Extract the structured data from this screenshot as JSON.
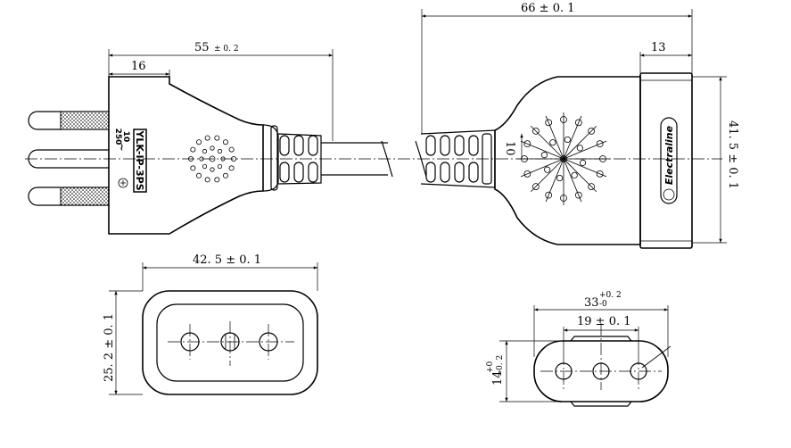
{
  "dimensions": {
    "plug_length": "55",
    "plug_length_tol": "± 0. 2",
    "pin_offset": "16",
    "cord_to_socket": "66 ± 0. 1",
    "socket_head_width": "13",
    "socket_height": "41. 5 ± 0. 1",
    "centre_offset": "10",
    "plug_face_width": "42. 5 ± 0. 1",
    "plug_face_height": "25. 2 ± 0. 1",
    "socket_face_width": "33",
    "socket_face_width_tol_upper": "+0. 2",
    "socket_face_width_tol_lower": "-0",
    "pin_spacing": "19 ± 0. 1",
    "socket_face_height": "14",
    "socket_face_height_tol_upper": "+0",
    "socket_face_height_tol_lower": "-0. 2"
  },
  "plug_marking": {
    "model": "YLK-IP-3PS",
    "rating_top": "10",
    "rating_bottom": "250",
    "tilde": "~"
  },
  "socket_marking": {
    "brand": "Electraline"
  }
}
